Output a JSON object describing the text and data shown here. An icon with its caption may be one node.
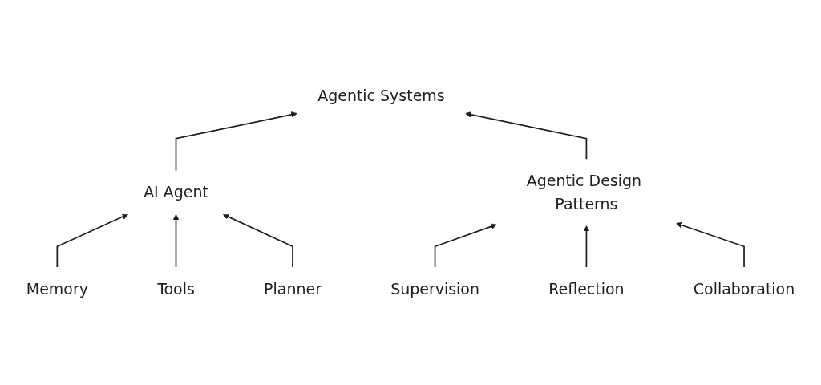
{
  "diagram": {
    "nodes": [
      {
        "text": [
          "Agentic Systems"
        ]
      },
      {
        "text": [
          "AI Agent"
        ]
      },
      {
        "text": [
          "Agentic Design Patterns"
        ]
      },
      {
        "text": [
          "Memory"
        ]
      },
      {
        "text": [
          "Tools"
        ]
      },
      {
        "text": [
          "Planner"
        ]
      },
      {
        "text": [
          "Supervision"
        ]
      },
      {
        "text": [
          "Reflection"
        ]
      },
      {
        "text": [
          "Collaboration"
        ]
      }
    ],
    "edges": [
      {
        "from": 1,
        "to": 0,
        "arrow": "to"
      },
      {
        "from": 2,
        "to": 0,
        "arrow": "to"
      },
      {
        "from": 3,
        "to": 1,
        "arrow": "to"
      },
      {
        "from": 4,
        "to": 1,
        "arrow": "to"
      },
      {
        "from": 5,
        "to": 1,
        "arrow": "to"
      },
      {
        "from": 6,
        "to": 2,
        "arrow": "to"
      },
      {
        "from": 7,
        "to": 2,
        "arrow": "to"
      },
      {
        "from": 8,
        "to": 2,
        "arrow": "to"
      }
    ]
  }
}
